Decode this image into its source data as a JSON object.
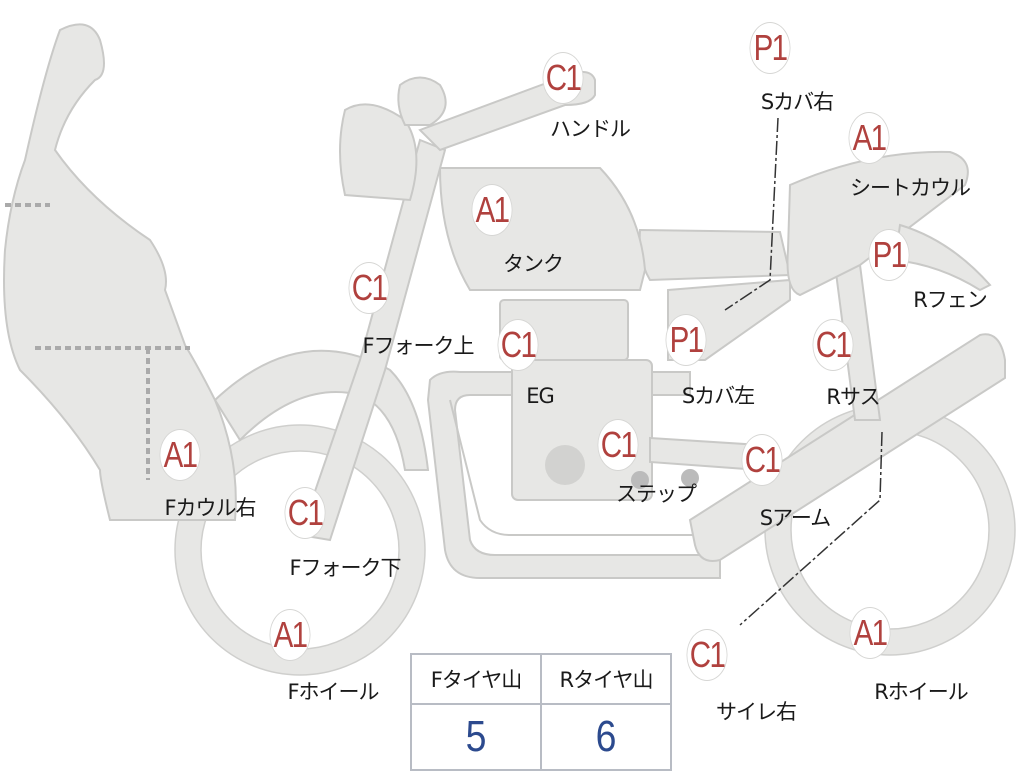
{
  "parts": [
    {
      "grade": "C1",
      "name": "ハンドル"
    },
    {
      "grade": "P1",
      "name": "Sカバ右"
    },
    {
      "grade": "A1",
      "name": "シートカウル"
    },
    {
      "grade": "A1",
      "name": "タンク"
    },
    {
      "grade": "C1",
      "name": "Fフォーク上"
    },
    {
      "grade": "C1",
      "name": "EG"
    },
    {
      "grade": "P1",
      "name": "Sカバ左"
    },
    {
      "grade": "P1",
      "name": "Rフェン"
    },
    {
      "grade": "C1",
      "name": "Rサス"
    },
    {
      "grade": "C1",
      "name": "ステップ"
    },
    {
      "grade": "C1",
      "name": "Sアーム"
    },
    {
      "grade": "A1",
      "name": "Fカウル右"
    },
    {
      "grade": "C1",
      "name": "Fフォーク下"
    },
    {
      "grade": "A1",
      "name": "Fホイール"
    },
    {
      "grade": "C1",
      "name": "サイレ右"
    },
    {
      "grade": "A1",
      "name": "Rホイール"
    }
  ],
  "tires": {
    "front_label": "Fタイヤ山",
    "front_value": "5",
    "rear_label": "Rタイヤ山",
    "rear_value": "6"
  },
  "colors": {
    "badge_text": "#b0413e",
    "tire_value": "#2c4a8e",
    "part_fill": "#e6e6e4"
  }
}
